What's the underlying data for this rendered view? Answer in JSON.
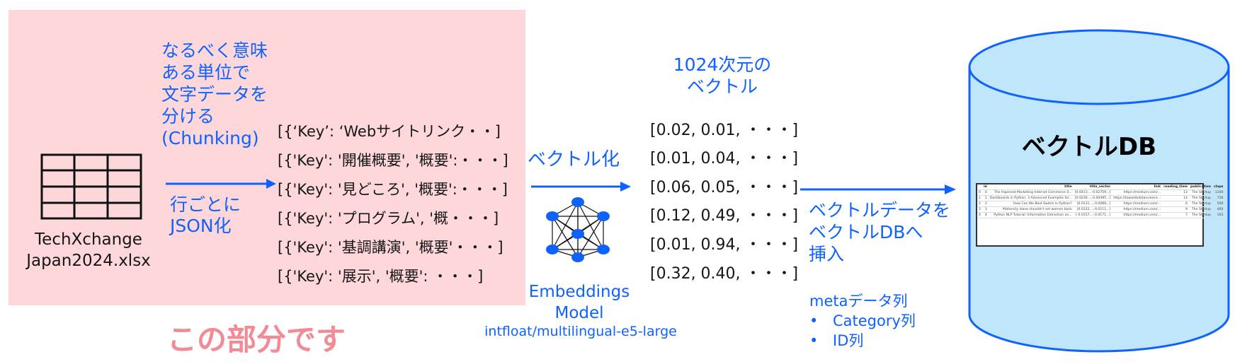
{
  "chunk_caption": [
    "なるべく意味",
    "ある単位で",
    "文字データを",
    "分ける",
    "(Chunking)"
  ],
  "row_caption": [
    "行ごとに",
    "JSON化"
  ],
  "file_name": [
    "TechXchange",
    "Japan2024.xlsx"
  ],
  "chunks": [
    "[{‘Key’: ‘Webサイトリンク・・]",
    "[{'Key': '開催概要', '概要':・・・]",
    "[{'Key': '見どころ', '概要':・・・]",
    "[{'Key': 'プログラム', '概・・・]",
    "[{'Key': '基調講演', '概要'・・・]",
    "[{'Key': '展示', '概要': ・・・]"
  ],
  "vector_caption": [
    "1024次元の",
    "ベクトル"
  ],
  "vectorize_label": "ベクトル化",
  "vectors": [
    "[0.02, 0.01, ・・・]",
    "[0.01, 0.04, ・・・]",
    "[0.06, 0.05, ・・・]",
    "[0.12, 0.49, ・・・]",
    "[0.01, 0.94, ・・・]",
    "[0.32, 0.40, ・・・]"
  ],
  "model": {
    "name": [
      "Embeddings",
      "Model"
    ],
    "id": "intfloat/multilingual-e5-large"
  },
  "insert_caption": [
    "ベクトルデータを",
    "ベクトルDBへ",
    "挿入"
  ],
  "meta": {
    "title": "metaデータ列",
    "items": [
      "Category列",
      "ID列"
    ],
    "bullet": "•"
  },
  "this_part": "この部分です",
  "db": {
    "title": "ベクトルDB",
    "table": {
      "headers": [
        "",
        "id",
        "title",
        "title_vector",
        "link",
        "reading_time",
        "publication",
        "claps"
      ],
      "rows": [
        [
          "0",
          "0",
          "The Hapened Marketing Internet Commerce S...",
          "[0.0413...,-0.02759...]",
          "https://medium.com/...",
          "13",
          "The Startup",
          "1100"
        ],
        [
          "1",
          "1",
          "Dashboards in Python: 3 Advanced Examples for...",
          "[0.0236...,-0.00495...]",
          "https://towardsdatascience...",
          "14",
          "The Startup",
          "726"
        ],
        [
          "2",
          "2",
          "How Can We Best Switch in Python?",
          "[0.0131...,-0.0089...]",
          "https://medium.com/...",
          "6",
          "The Startup",
          "500"
        ],
        [
          "3",
          "3",
          "Maternity leave shouldn't set women back",
          "[0.0322...,-0.0111...]",
          "https://medium.com/...",
          "9",
          "The Startup",
          "460"
        ],
        [
          "4",
          "4",
          "Python NLP Tutorial: Information Extraction an...",
          "[-0.0157...,-0.0171...]",
          "https://medium.com/...",
          "7",
          "The Startup",
          "163"
        ]
      ]
    }
  },
  "colors": {
    "accent": "#0f62fe",
    "highlight_bg": "#fdd7da",
    "highlight_text": "#f28b96",
    "db_fill": "#bfe6fb"
  },
  "icons": {
    "spreadsheet": "table-grid-icon",
    "model": "neural-network-icon",
    "database": "database-cylinder-icon"
  }
}
